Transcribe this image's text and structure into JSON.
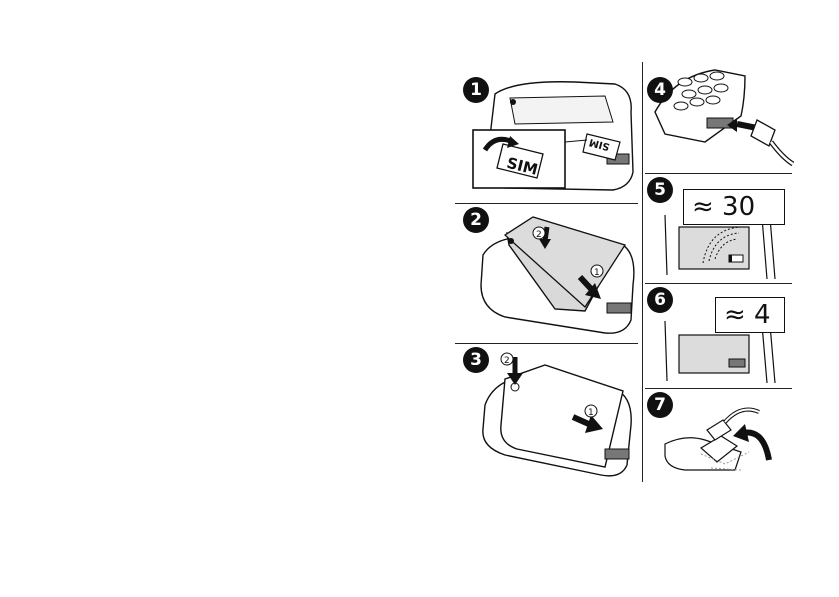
{
  "steps": [
    {
      "number": "1",
      "sim_label_big": "SIM",
      "sim_label_small": "SIM"
    },
    {
      "number": "2",
      "order_first": "1",
      "order_second": "2"
    },
    {
      "number": "3",
      "order_first": "1",
      "order_second": "2"
    },
    {
      "number": "4"
    },
    {
      "number": "5",
      "time_label": "≈ 30"
    },
    {
      "number": "6",
      "time_label": "≈ 4"
    },
    {
      "number": "7"
    }
  ],
  "colors": {
    "line": "#111111",
    "fill": "#ffffff",
    "shade": "#d9d9d9",
    "dark": "#6b6b6b"
  }
}
